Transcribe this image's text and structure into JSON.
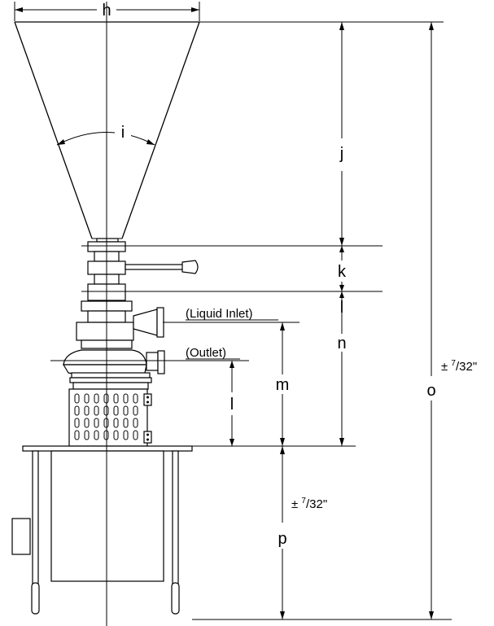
{
  "dimensions": {
    "h": "h",
    "i": "i",
    "j": "j",
    "k": "k",
    "l_upper": "l",
    "l_lower": "l",
    "m": "m",
    "n": "n",
    "o": "o",
    "p": "p"
  },
  "callouts": {
    "liquid_inlet": "(Liquid Inlet)",
    "outlet": "(Outlet)"
  },
  "tolerances": {
    "plus_minus": "± ",
    "numerator": "7",
    "slash": "/",
    "denominator": "32",
    "inch": "\""
  }
}
